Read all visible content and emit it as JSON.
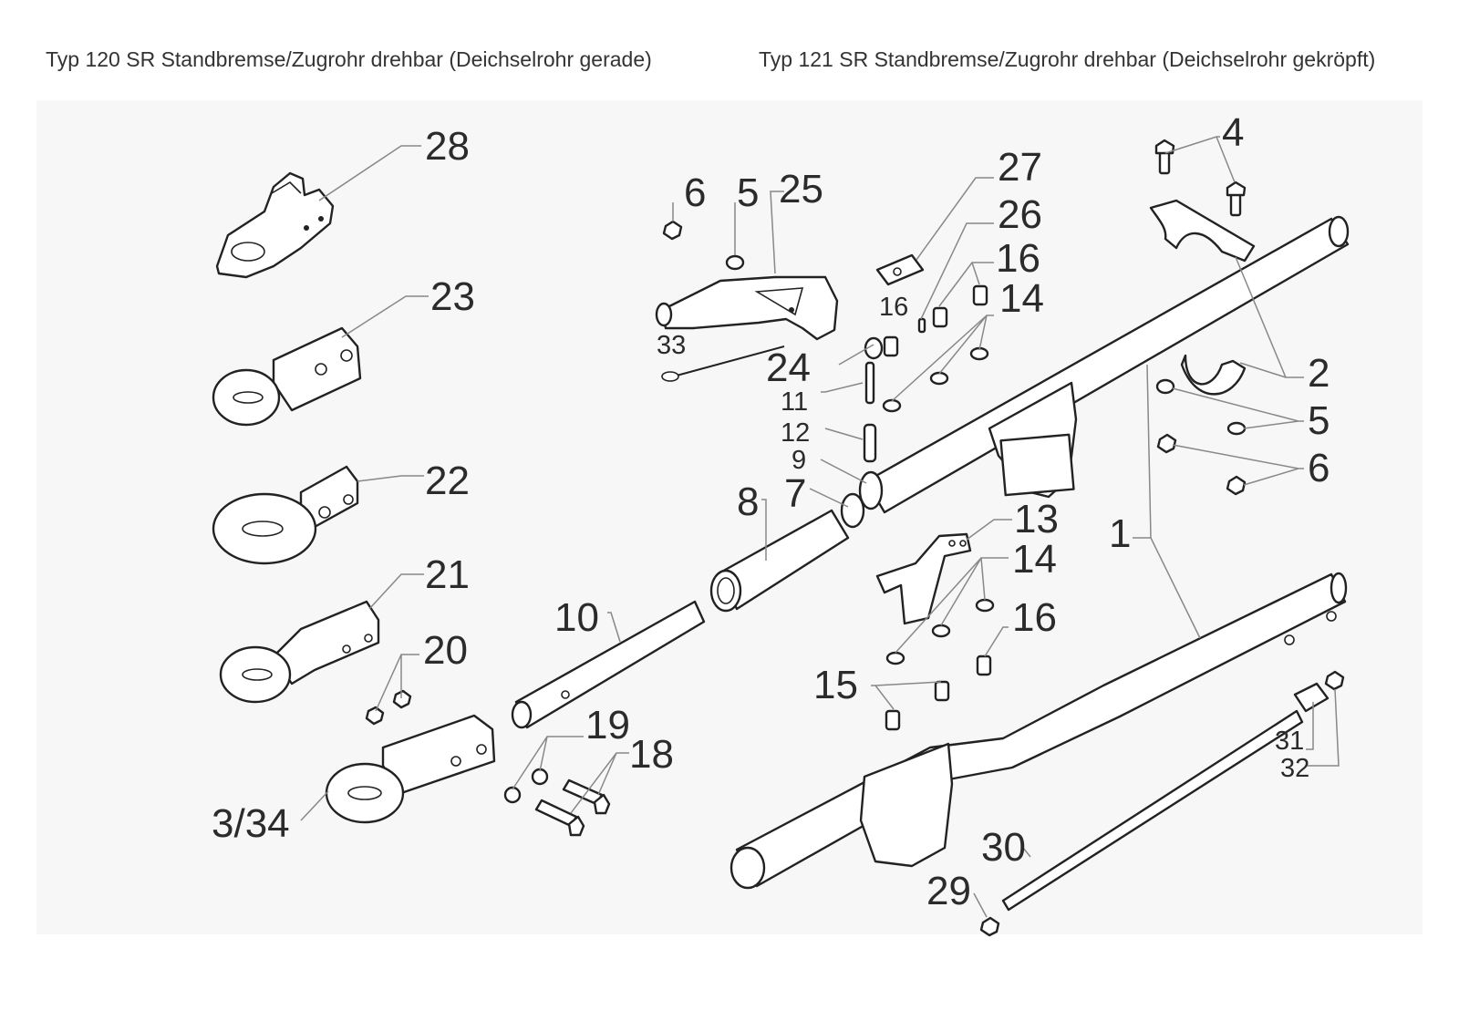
{
  "titles": {
    "left": "Typ 120 SR Standbremse/Zugrohr drehbar (Deichselrohr gerade)",
    "right": "Typ 121 SR Standbremse/Zugrohr drehbar (Deichselrohr gekröpft)"
  },
  "labels": {
    "l28": "28",
    "l23": "23",
    "l22": "22",
    "l21": "21",
    "l20": "20",
    "l3_34": "3/34",
    "l6a": "6",
    "l5a": "5",
    "l25": "25",
    "l33": "33",
    "l24": "24",
    "l11": "11",
    "l12": "12",
    "l9": "9",
    "l7": "7",
    "l8": "8",
    "l10": "10",
    "l19": "19",
    "l18": "18",
    "l27": "27",
    "l26": "26",
    "l16a": "16",
    "l16s": "16",
    "l14a": "14",
    "l4": "4",
    "l2": "2",
    "l5b": "5",
    "l6b": "6",
    "l1": "1",
    "l13": "13",
    "l14b": "14",
    "l16b": "16",
    "l15": "15",
    "l31": "31",
    "l32": "32",
    "l30": "30",
    "l29": "29"
  }
}
